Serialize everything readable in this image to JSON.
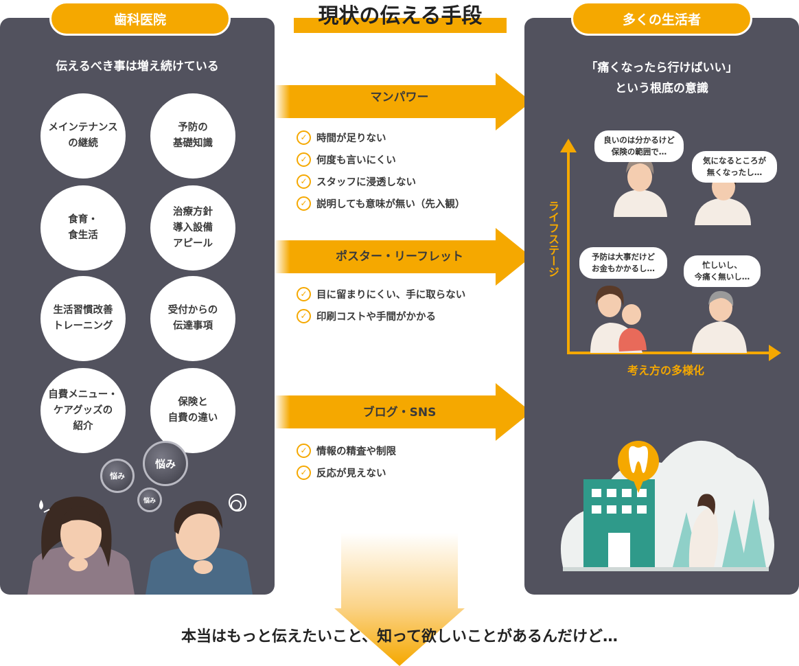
{
  "title": "現状の伝える手段",
  "clinic": {
    "label": "歯科医院",
    "heading": "伝えるべき事は増え続けている",
    "topics": [
      "メインテナンス\nの継続",
      "予防の\n基礎知識",
      "食育・\n食生活",
      "治療方針\n導入設備\nアピール",
      "生活習慣改善\nトレーニング",
      "受付からの\n伝達事項",
      "自費メニュー・\nケアグッズの\n紹介",
      "保険と\n自費の違い"
    ],
    "worries": [
      "悩み",
      "悩み",
      "悩み"
    ]
  },
  "methods": [
    {
      "label": "マンパワー",
      "issues": [
        "時間が足りない",
        "何度も言いにくい",
        "スタッフに浸透しない",
        "説明しても意味が無い（先入観）"
      ]
    },
    {
      "label": "ポスター・リーフレット",
      "issues": [
        "目に留まりにくい、手に取らない",
        "印刷コストや手間がかかる"
      ]
    },
    {
      "label": "ブログ・SNS",
      "issues": [
        "情報の精査や制限",
        "反応が見えない"
      ]
    }
  ],
  "consumers": {
    "label": "多くの生活者",
    "heading": "「痛くなったら行けばいい」\nという根底の意識",
    "axis_y": "ライフステージ",
    "axis_x": "考え方の多様化",
    "bubbles": [
      "良いのは分かるけど\n保険の範囲で…",
      "気になるところが\n無くなったし…",
      "予防は大事だけど\nお金もかかるし…",
      "忙しいし、\n今痛く無いし…"
    ]
  },
  "conclusion": "本当はもっと伝えたいこと、知って欲しいことがあるんだけど…",
  "colors": {
    "accent": "#f5a800",
    "panel": "#52525e"
  }
}
